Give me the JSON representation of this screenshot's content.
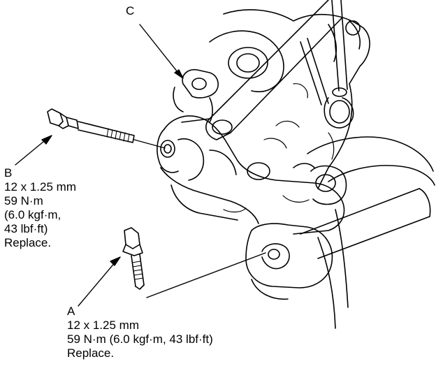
{
  "callouts": {
    "c": {
      "letter": "C"
    },
    "b": {
      "letter": "B",
      "lines": [
        "12 x 1.25 mm",
        "59 N·m",
        "(6.0 kgf·m,",
        "43 lbf·ft)",
        "Replace."
      ]
    },
    "a": {
      "letter": "A",
      "lines": [
        "12 x 1.25 mm",
        "59 N·m (6.0 kgf·m, 43 lbf·ft)",
        "Replace."
      ]
    }
  },
  "colors": {
    "ink": "#000000",
    "paper": "#ffffff"
  }
}
